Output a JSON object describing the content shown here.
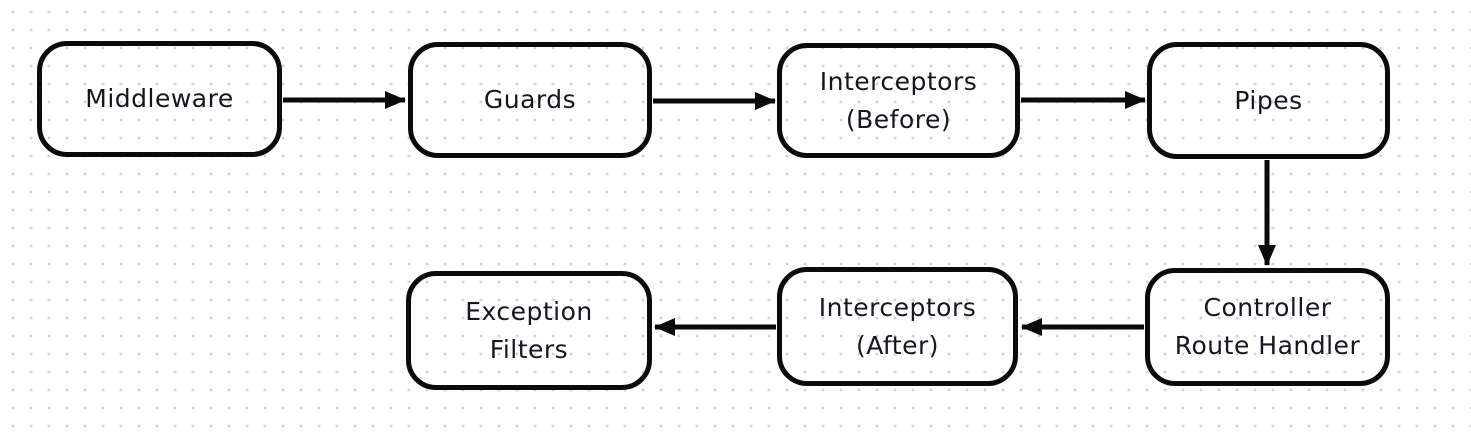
{
  "diagram": {
    "type": "flowchart",
    "nodes": [
      {
        "id": "middleware",
        "label": "Middleware"
      },
      {
        "id": "guards",
        "label": "Guards"
      },
      {
        "id": "interceptors-before",
        "label": "Interceptors\n(Before)"
      },
      {
        "id": "pipes",
        "label": "Pipes"
      },
      {
        "id": "controller-route-handler",
        "label": "Controller\nRoute Handler"
      },
      {
        "id": "interceptors-after",
        "label": "Interceptors\n(After)"
      },
      {
        "id": "exception-filters",
        "label": "Exception\nFilters"
      }
    ],
    "edges": [
      {
        "from": "Middleware",
        "to": "Guards",
        "direction": "right"
      },
      {
        "from": "Guards",
        "to": "Interceptors (Before)",
        "direction": "right"
      },
      {
        "from": "Interceptors (Before)",
        "to": "Pipes",
        "direction": "right"
      },
      {
        "from": "Pipes",
        "to": "Controller Route Handler",
        "direction": "down"
      },
      {
        "from": "Controller Route Handler",
        "to": "Interceptors (After)",
        "direction": "left"
      },
      {
        "from": "Interceptors (After)",
        "to": "Exception Filters",
        "direction": "left"
      }
    ],
    "colors": {
      "stroke": "#0b0b0b",
      "text": "#16161d",
      "background": "#ffffff",
      "grid_dot": "#d3d3de"
    }
  }
}
